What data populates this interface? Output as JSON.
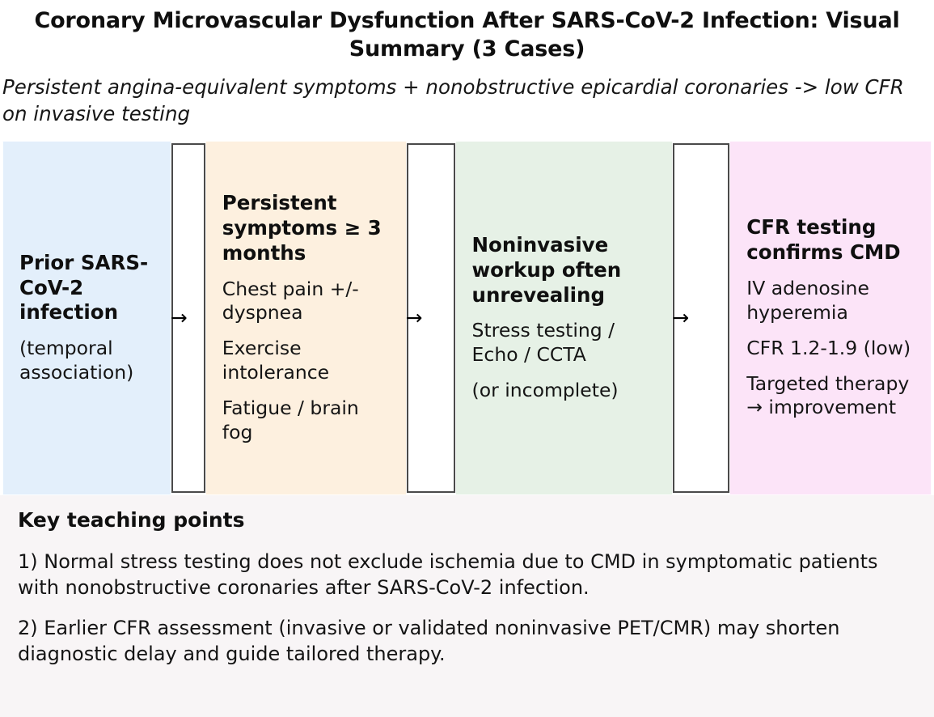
{
  "header": {
    "title": "Coronary Microvascular Dysfunction After SARS-CoV-2 Infection: Visual Summary (3 Cases)",
    "subtitle": "Persistent angina-equivalent symptoms + nonobstructive epicardial coronaries -> low CFR on invasive testing"
  },
  "flow": {
    "arrow_glyph": "→",
    "panels": [
      {
        "id": "prior-infection",
        "color": "#e3effb",
        "heading": "Prior SARS-CoV-2 infection",
        "lines": [
          "(temporal association)"
        ]
      },
      {
        "id": "persistent-symptoms",
        "color": "#fdf0df",
        "heading": "Persistent symptoms ≥ 3 months",
        "lines": [
          "Chest pain +/- dyspnea",
          "Exercise intolerance",
          "Fatigue / brain fog"
        ]
      },
      {
        "id": "noninvasive-workup",
        "color": "#e6f1e6",
        "heading": "Noninvasive workup often unrevealing",
        "lines": [
          "Stress testing / Echo / CCTA",
          "(or incomplete)"
        ]
      },
      {
        "id": "cfr-testing",
        "color": "#fce4f8",
        "heading": "CFR testing confirms CMD",
        "lines": [
          "IV adenosine hyperemia",
          "CFR 1.2-1.9 (low)",
          "Targeted therapy → improvement"
        ]
      }
    ]
  },
  "footer": {
    "heading": "Key teaching points",
    "points": [
      "1) Normal stress testing does not exclude ischemia due to CMD in symptomatic patients with nonobstructive coronaries after SARS-CoV-2 infection.",
      "2) Earlier CFR assessment (invasive or validated noninvasive PET/CMR) may shorten diagnostic delay and guide tailored therapy."
    ]
  }
}
